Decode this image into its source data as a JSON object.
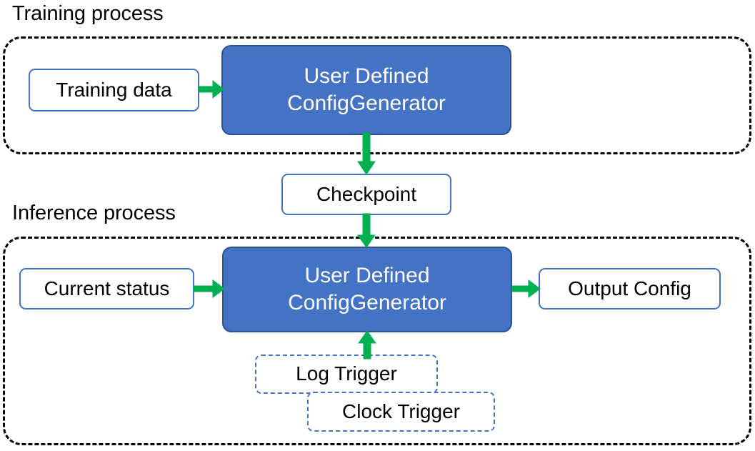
{
  "diagram": {
    "title_training": "Training process",
    "title_inference": "Inference process",
    "colors": {
      "blue_fill": "#4472C4",
      "blue_border": "#2F528F",
      "node_border": "#4472C4",
      "arrow_green": "#00B050",
      "group_border": "#000000",
      "text_dark": "#000000",
      "text_light": "#FFFFFF"
    }
  },
  "training_section": {
    "label": "Training process",
    "nodes": {
      "training_data": "Training data",
      "config_generator_line1": "User Defined",
      "config_generator_line2": "ConfigGenerator"
    }
  },
  "bridge": {
    "checkpoint": "Checkpoint"
  },
  "inference_section": {
    "label": "Inference process",
    "nodes": {
      "current_status": "Current status",
      "config_generator_line1": "User Defined",
      "config_generator_line2": "ConfigGenerator",
      "output_config": "Output Config",
      "log_trigger": "Log Trigger",
      "clock_trigger": "Clock Trigger"
    }
  },
  "arrows": [
    {
      "name": "training-data-to-generator",
      "from": "Training data",
      "to": "User Defined ConfigGenerator",
      "direction": "right"
    },
    {
      "name": "generator-to-checkpoint",
      "from": "User Defined ConfigGenerator",
      "to": "Checkpoint",
      "direction": "down"
    },
    {
      "name": "checkpoint-to-generator",
      "from": "Checkpoint",
      "to": "User Defined ConfigGenerator",
      "direction": "down"
    },
    {
      "name": "current-status-to-generator",
      "from": "Current status",
      "to": "User Defined ConfigGenerator",
      "direction": "right"
    },
    {
      "name": "generator-to-output-config",
      "from": "User Defined ConfigGenerator",
      "to": "Output Config",
      "direction": "right"
    },
    {
      "name": "triggers-to-generator",
      "from": "Log Trigger / Clock Trigger",
      "to": "User Defined ConfigGenerator",
      "direction": "up"
    }
  ]
}
